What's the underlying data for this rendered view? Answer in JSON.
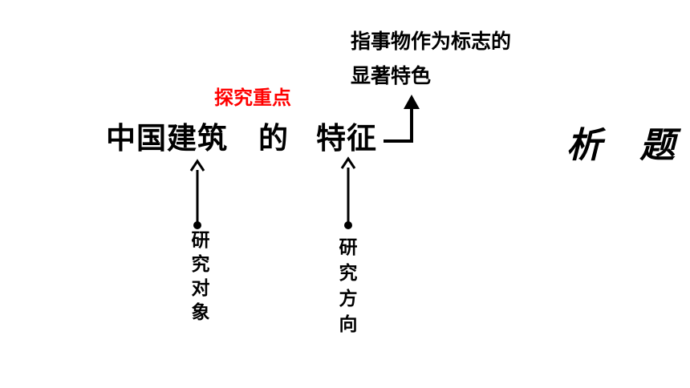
{
  "title": {
    "part1": "中国建筑",
    "part2": "的",
    "part3": "特征"
  },
  "focus_label": "探究重点",
  "note": {
    "line1": "指事物作为标志的",
    "line2": "显著特色"
  },
  "side_label": "析 题",
  "object_label": {
    "chars": [
      "研",
      "究",
      "对",
      "象"
    ]
  },
  "direction_label": {
    "chars": [
      "研",
      "究",
      "方",
      "向"
    ]
  },
  "colors": {
    "focus": "#ff0000",
    "text": "#000000"
  }
}
